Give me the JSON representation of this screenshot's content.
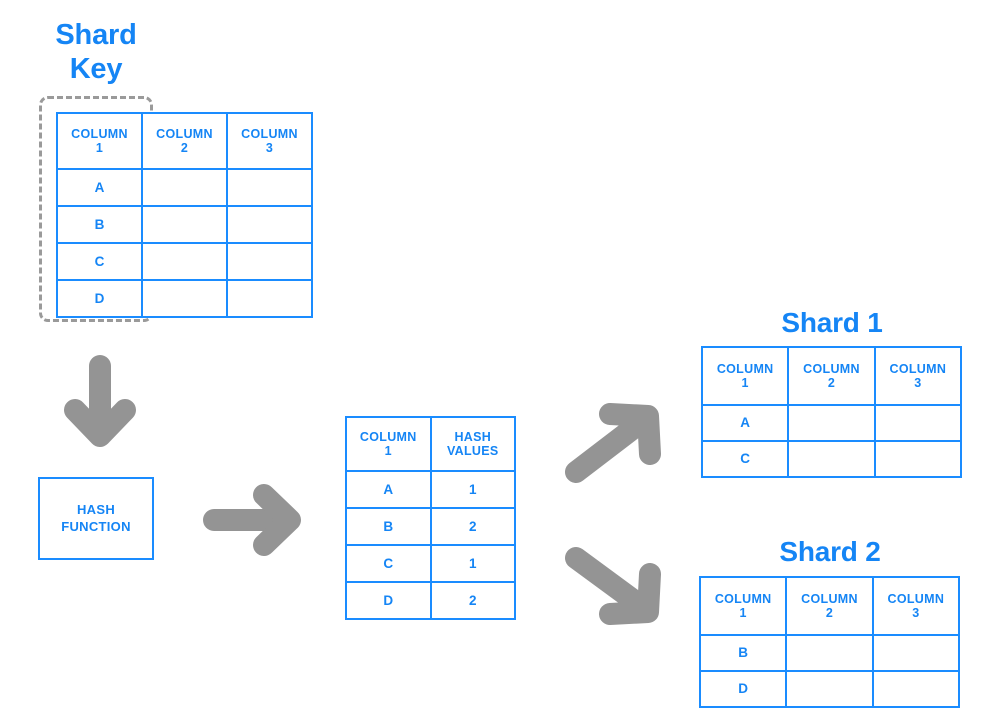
{
  "diagram": {
    "title": "Database sharding by hash of shard key",
    "accent_color": "#1585f5",
    "arrow_color": "#949494",
    "outline_color": "#9a9a9a"
  },
  "shard_key": {
    "label": "Shard\nKey"
  },
  "source_table": {
    "headers": [
      "COLUMN\n1",
      "COLUMN\n2",
      "COLUMN\n3"
    ],
    "rows": [
      [
        "A",
        "",
        ""
      ],
      [
        "B",
        "",
        ""
      ],
      [
        "C",
        "",
        ""
      ],
      [
        "D",
        "",
        ""
      ]
    ]
  },
  "hash_function": {
    "label": "HASH\nFUNCTION"
  },
  "hash_table": {
    "headers": [
      "COLUMN\n1",
      "HASH\nVALUES"
    ],
    "rows": [
      [
        "A",
        "1"
      ],
      [
        "B",
        "2"
      ],
      [
        "C",
        "1"
      ],
      [
        "D",
        "2"
      ]
    ]
  },
  "shard1": {
    "title": "Shard 1",
    "headers": [
      "COLUMN\n1",
      "COLUMN\n2",
      "COLUMN\n3"
    ],
    "rows": [
      [
        "A",
        "",
        ""
      ],
      [
        "C",
        "",
        ""
      ]
    ]
  },
  "shard2": {
    "title": "Shard 2",
    "headers": [
      "COLUMN\n1",
      "COLUMN\n2",
      "COLUMN\n3"
    ],
    "rows": [
      [
        "B",
        "",
        ""
      ],
      [
        "D",
        "",
        ""
      ]
    ]
  },
  "arrows": {
    "down": "arrow-down-icon",
    "right": "arrow-right-icon",
    "up_right": "arrow-up-right-icon",
    "down_right": "arrow-down-right-icon"
  }
}
